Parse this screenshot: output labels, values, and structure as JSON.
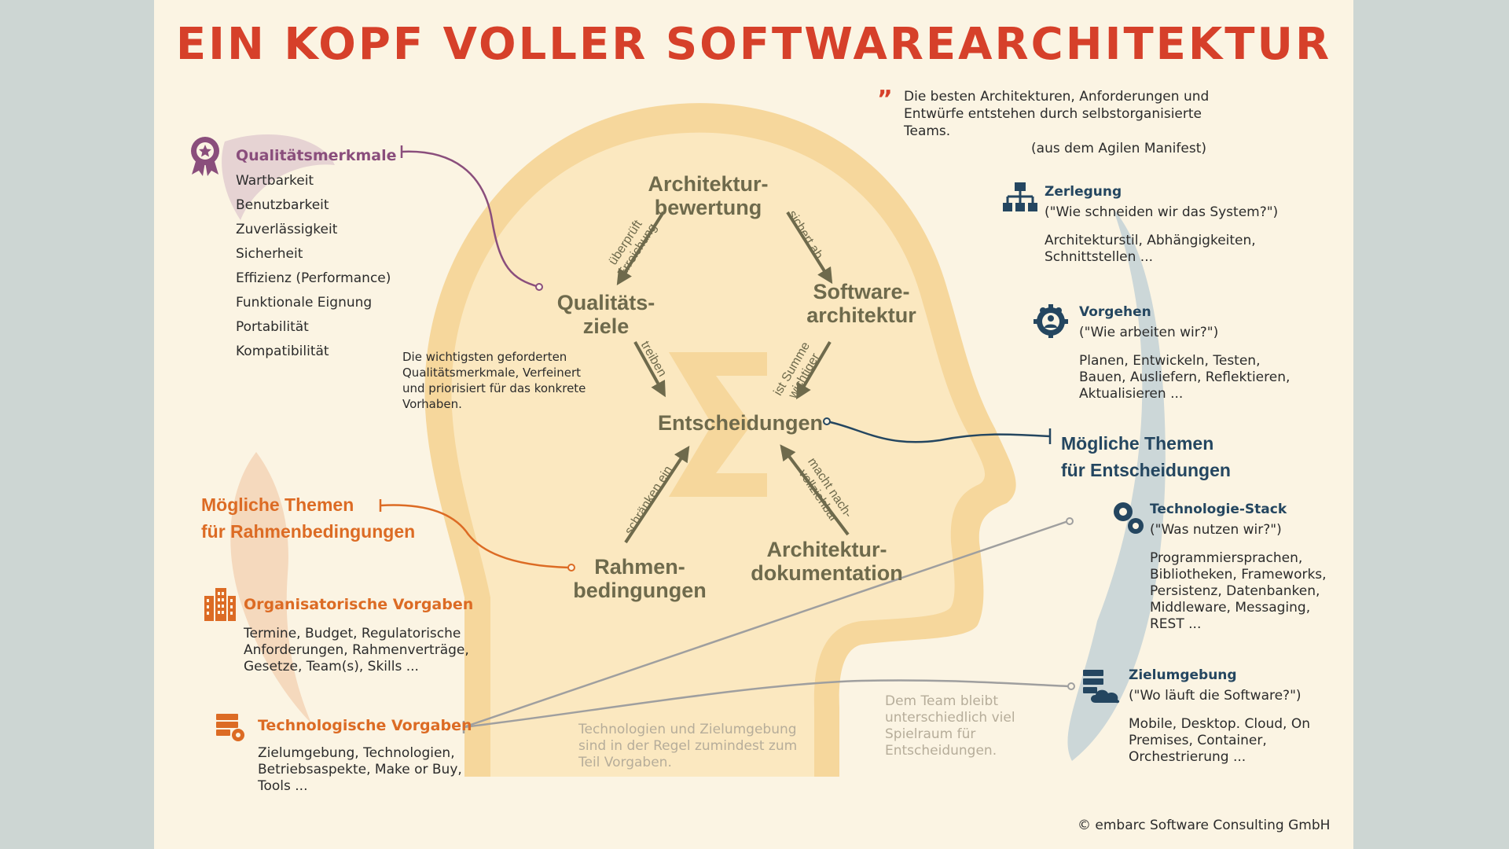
{
  "title": "EIN KOPF VOLLER SOFTWAREARCHITEKTUR",
  "quote": {
    "line1": "Die besten Architekturen, Anforderungen und",
    "line2": "Entwürfe entstehen durch selbstorganisierte Teams.",
    "source": "(aus dem Agilen Manifest)"
  },
  "cycle": {
    "bewertung": [
      "Architektur-",
      "bewertung"
    ],
    "qualitaetsziele": [
      "Qualitäts-",
      "ziele"
    ],
    "softwarearchitektur": [
      "Software-",
      "architektur"
    ],
    "entscheidungen": "Entscheidungen",
    "rahmenbedingungen": [
      "Rahmen-",
      "bedingungen"
    ],
    "dokumentation": [
      "Architektur-",
      "dokumentation"
    ],
    "edge_ueberprueft": [
      "überprüft",
      "Erreichung"
    ],
    "edge_sichert": "sichert ab",
    "edge_treiben": "treiben",
    "edge_summe": [
      "ist Summe",
      "wichtiger"
    ],
    "edge_schraenken": "schränken ein",
    "edge_macht": [
      "macht nach-",
      "vollziehbar"
    ]
  },
  "qualitaet": {
    "heading": "Qualitätsmerkmale",
    "items": [
      "Wartbarkeit",
      "Benutzbarkeit",
      "Zuverlässigkeit",
      "Sicherheit",
      "Effizienz (Performance)",
      "Funktionale Eignung",
      "Portabilität",
      "Kompatibilität"
    ],
    "note": [
      "Die wichtigsten geforderten",
      "Qualitätsmerkmale, Verfeinert",
      "und priorisiert für das konkrete",
      "Vorhaben."
    ]
  },
  "rahmen_themen": [
    "Mögliche Themen",
    "für Rahmenbedingungen"
  ],
  "org": {
    "heading": "Organisatorische Vorgaben",
    "lines": [
      "Termine, Budget, Regulatorische",
      "Anforderungen, Rahmenverträge,",
      "Gesetze, Team(s), Skills ..."
    ]
  },
  "tech": {
    "heading": "Technologische Vorgaben",
    "lines": [
      "Zielumgebung, Technologien,",
      "Betriebsaspekte, Make or Buy,",
      "Tools ..."
    ]
  },
  "note_tech": [
    "Technologien und Zielumgebung",
    "sind in der Regel zumindest zum",
    "Teil Vorgaben."
  ],
  "note_team": [
    "Dem Team bleibt",
    "unterschiedlich viel",
    "Spielraum für",
    "Entscheidungen."
  ],
  "entsch_themen": [
    "Mögliche Themen",
    "für Entscheidungen"
  ],
  "zerlegung": {
    "heading": "Zerlegung",
    "question": "(\"Wie schneiden wir das System?\")",
    "lines": [
      "Architekturstil, Abhängigkeiten,",
      "Schnittstellen ..."
    ]
  },
  "vorgehen": {
    "heading": "Vorgehen",
    "question": "(\"Wie arbeiten wir?\")",
    "lines": [
      "Planen, Entwickeln, Testen,",
      "Bauen, Ausliefern, Reflektieren,",
      "Aktualisieren ..."
    ]
  },
  "stack": {
    "heading": "Technologie-Stack",
    "question": "(\"Was nutzen wir?\")",
    "lines": [
      "Programmiersprachen,",
      "Bibliotheken, Frameworks,",
      "Persistenz, Datenbanken,",
      "Middleware, Messaging,",
      "REST ..."
    ]
  },
  "ziel": {
    "heading": "Zielumgebung",
    "question": "(\"Wo läuft die Software?\")",
    "lines": [
      "Mobile, Desktop. Cloud, On",
      "Premises, Container,",
      "Orchestrierung ..."
    ]
  },
  "copyright": "© embarc Software Consulting GmbH",
  "colors": {
    "red": "#d6402a",
    "purple": "#8a4e7c",
    "orange": "#dc6b24",
    "blue": "#244660",
    "olive": "#6e6a4c",
    "head": "#f7d79e"
  }
}
